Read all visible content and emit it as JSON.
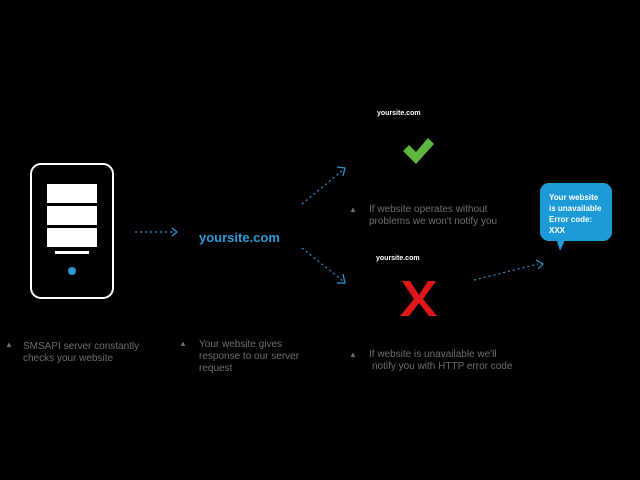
{
  "domains": {
    "main": "yoursite.com",
    "ok": "yoursite.com",
    "error": "yoursite.com"
  },
  "captions": {
    "server": {
      "line1": "SMSAPI server constantly",
      "line2": "checks your website"
    },
    "response": {
      "line1": "Your website gives",
      "line2": "response to our server",
      "line3": "request"
    },
    "ok": {
      "line1": "If website operates without",
      "line2": "problems we won't notify you"
    },
    "error": {
      "line1": "If website is unavailable we'll",
      "line2": "notify you with HTTP error code"
    }
  },
  "notification": {
    "line1": "Your website",
    "line2": "is unavailable",
    "line3": "Error code:",
    "line4": "XXX"
  },
  "icons": {
    "bullet": "triangle-icon",
    "server": "server-device-icon",
    "ok": "checkmark-icon",
    "error": "x-mark-icon",
    "notification": "speech-bubble-icon"
  },
  "colors": {
    "background": "#000000",
    "accent": "#2a9bd8",
    "success": "#5cb83e",
    "error": "#e0161b",
    "caption": "#6e6e6e"
  }
}
